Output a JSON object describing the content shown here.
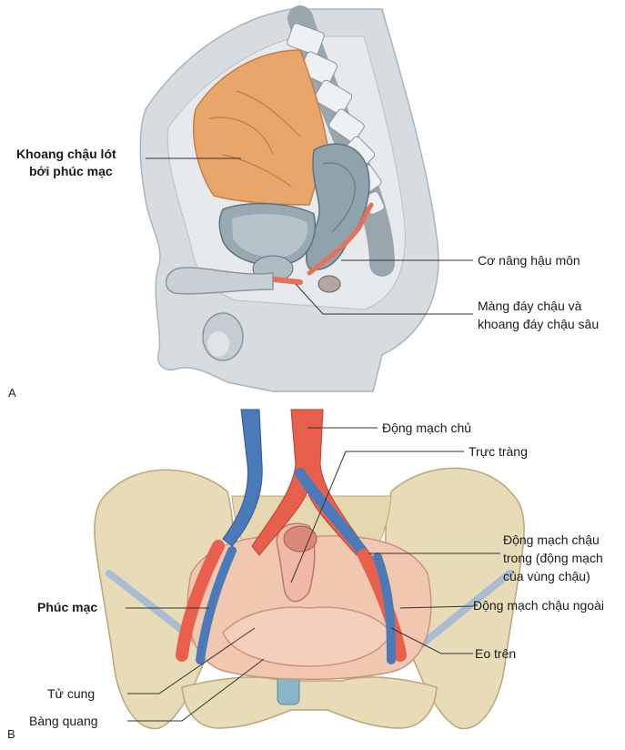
{
  "panel_a": {
    "letter": "A",
    "labels": {
      "peritoneal_cavity_1": "Khoang chậu lót",
      "peritoneal_cavity_2": "bởi phúc mạc",
      "levator_ani": "Cơ nâng hậu môn",
      "perineal_membrane_1": "Màng đáy chậu và",
      "perineal_membrane_2": "khoang đáy chậu sâu"
    }
  },
  "panel_b": {
    "letter": "B",
    "labels": {
      "aorta": "Động mạch chủ",
      "rectum": "Trực tràng",
      "internal_iliac_1": "Động mạch chậu",
      "internal_iliac_2": "trong (động mạch",
      "internal_iliac_3": "của vùng chậu)",
      "peritoneum": "Phúc mạc",
      "external_iliac": "Động mạch chậu ngoài",
      "pelvic_inlet": "Eo trên",
      "uterus": "Tử cung",
      "bladder": "Bàng quang"
    }
  },
  "colors": {
    "peritoneum_orange": "#e8a66a",
    "bone": "#e8dcb8",
    "artery": "#e8604c",
    "vein": "#4a7ab8",
    "tissue_pink": "#f2c7b0",
    "body_gray": "#d6dce0",
    "organ_blue_gray": "#8fa3ad",
    "muscle_red": "#e87058"
  }
}
